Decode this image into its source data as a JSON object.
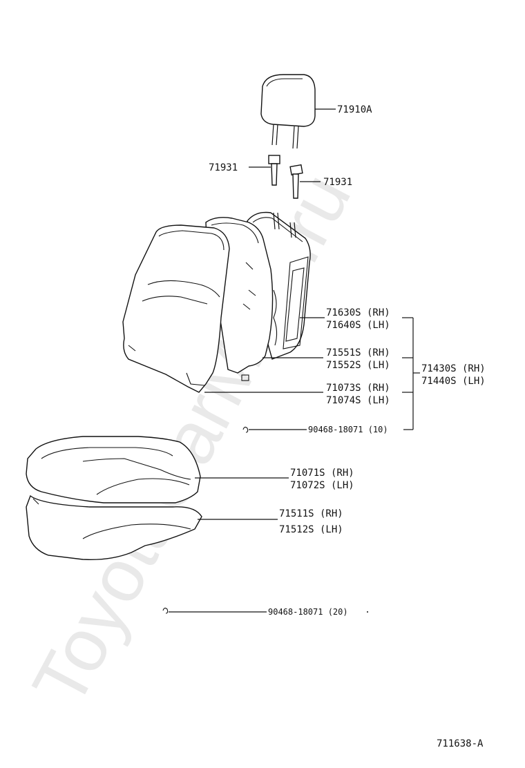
{
  "watermark": "ToyotaCarMine.ru",
  "diagram_id": "711638-A",
  "parts": {
    "headrest": "71910A",
    "support_left": "71931",
    "support_right": "71931",
    "back_pad_rh": "71630S (RH)",
    "back_pad_lh": "71640S (LH)",
    "back_spring_rh": "71551S (RH)",
    "back_spring_lh": "71552S (LH)",
    "back_cover_rh": "71073S (RH)",
    "back_cover_lh": "71074S (LH)",
    "seatback_assy_rh": "71430S (RH)",
    "seatback_assy_lh": "71440S (LH)",
    "hog_ring_back": "90468-18071 (10)",
    "cushion_cover_rh": "71071S (RH)",
    "cushion_cover_lh": "71072S (LH)",
    "cushion_pad_rh": "71511S (RH)",
    "cushion_pad_lh": "71512S (LH)",
    "hog_ring_cushion": "90468-18071 (20)"
  }
}
